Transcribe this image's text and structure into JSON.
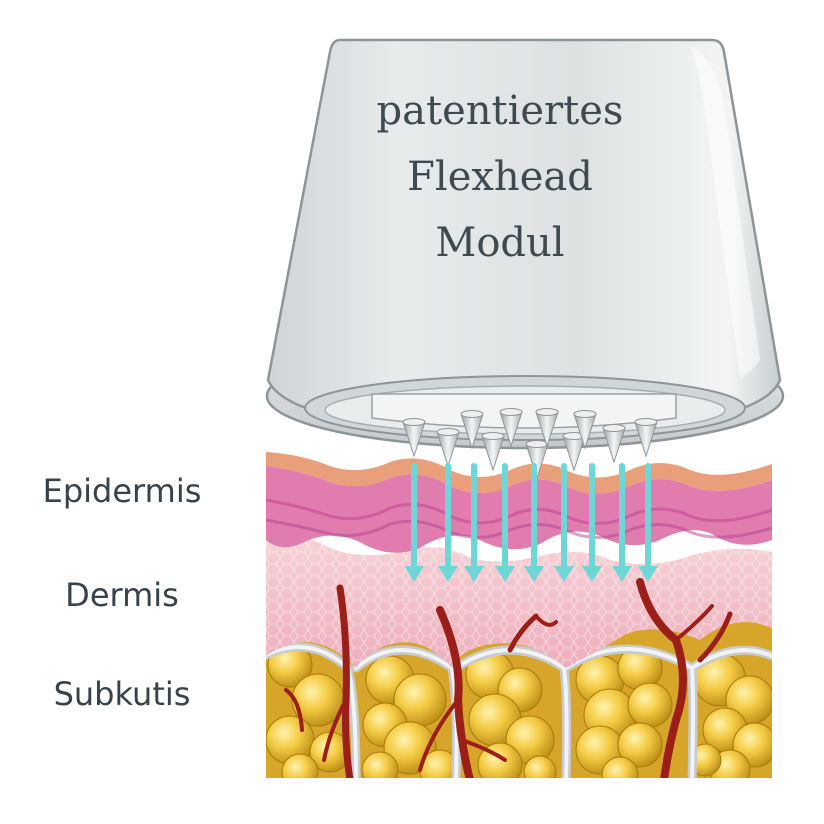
{
  "module": {
    "lines": [
      "patentiertes",
      "Flexhead",
      "Modul"
    ]
  },
  "layers": {
    "epidermis": "Epidermis",
    "dermis": "Dermis",
    "subkutis": "Subkutis"
  },
  "colors": {
    "module_body": "#dfe3e4",
    "module_outline": "#8e9598",
    "needle_arrow": "#6fd6d8",
    "stratum_corneum": "#e9a07a",
    "epidermis": "#e07cae",
    "dermis": "#f3c0c6",
    "fat": "#f0c030",
    "vessel": "#9b1e18",
    "septum": "#c9cdd0",
    "label_text": "#37424a"
  }
}
